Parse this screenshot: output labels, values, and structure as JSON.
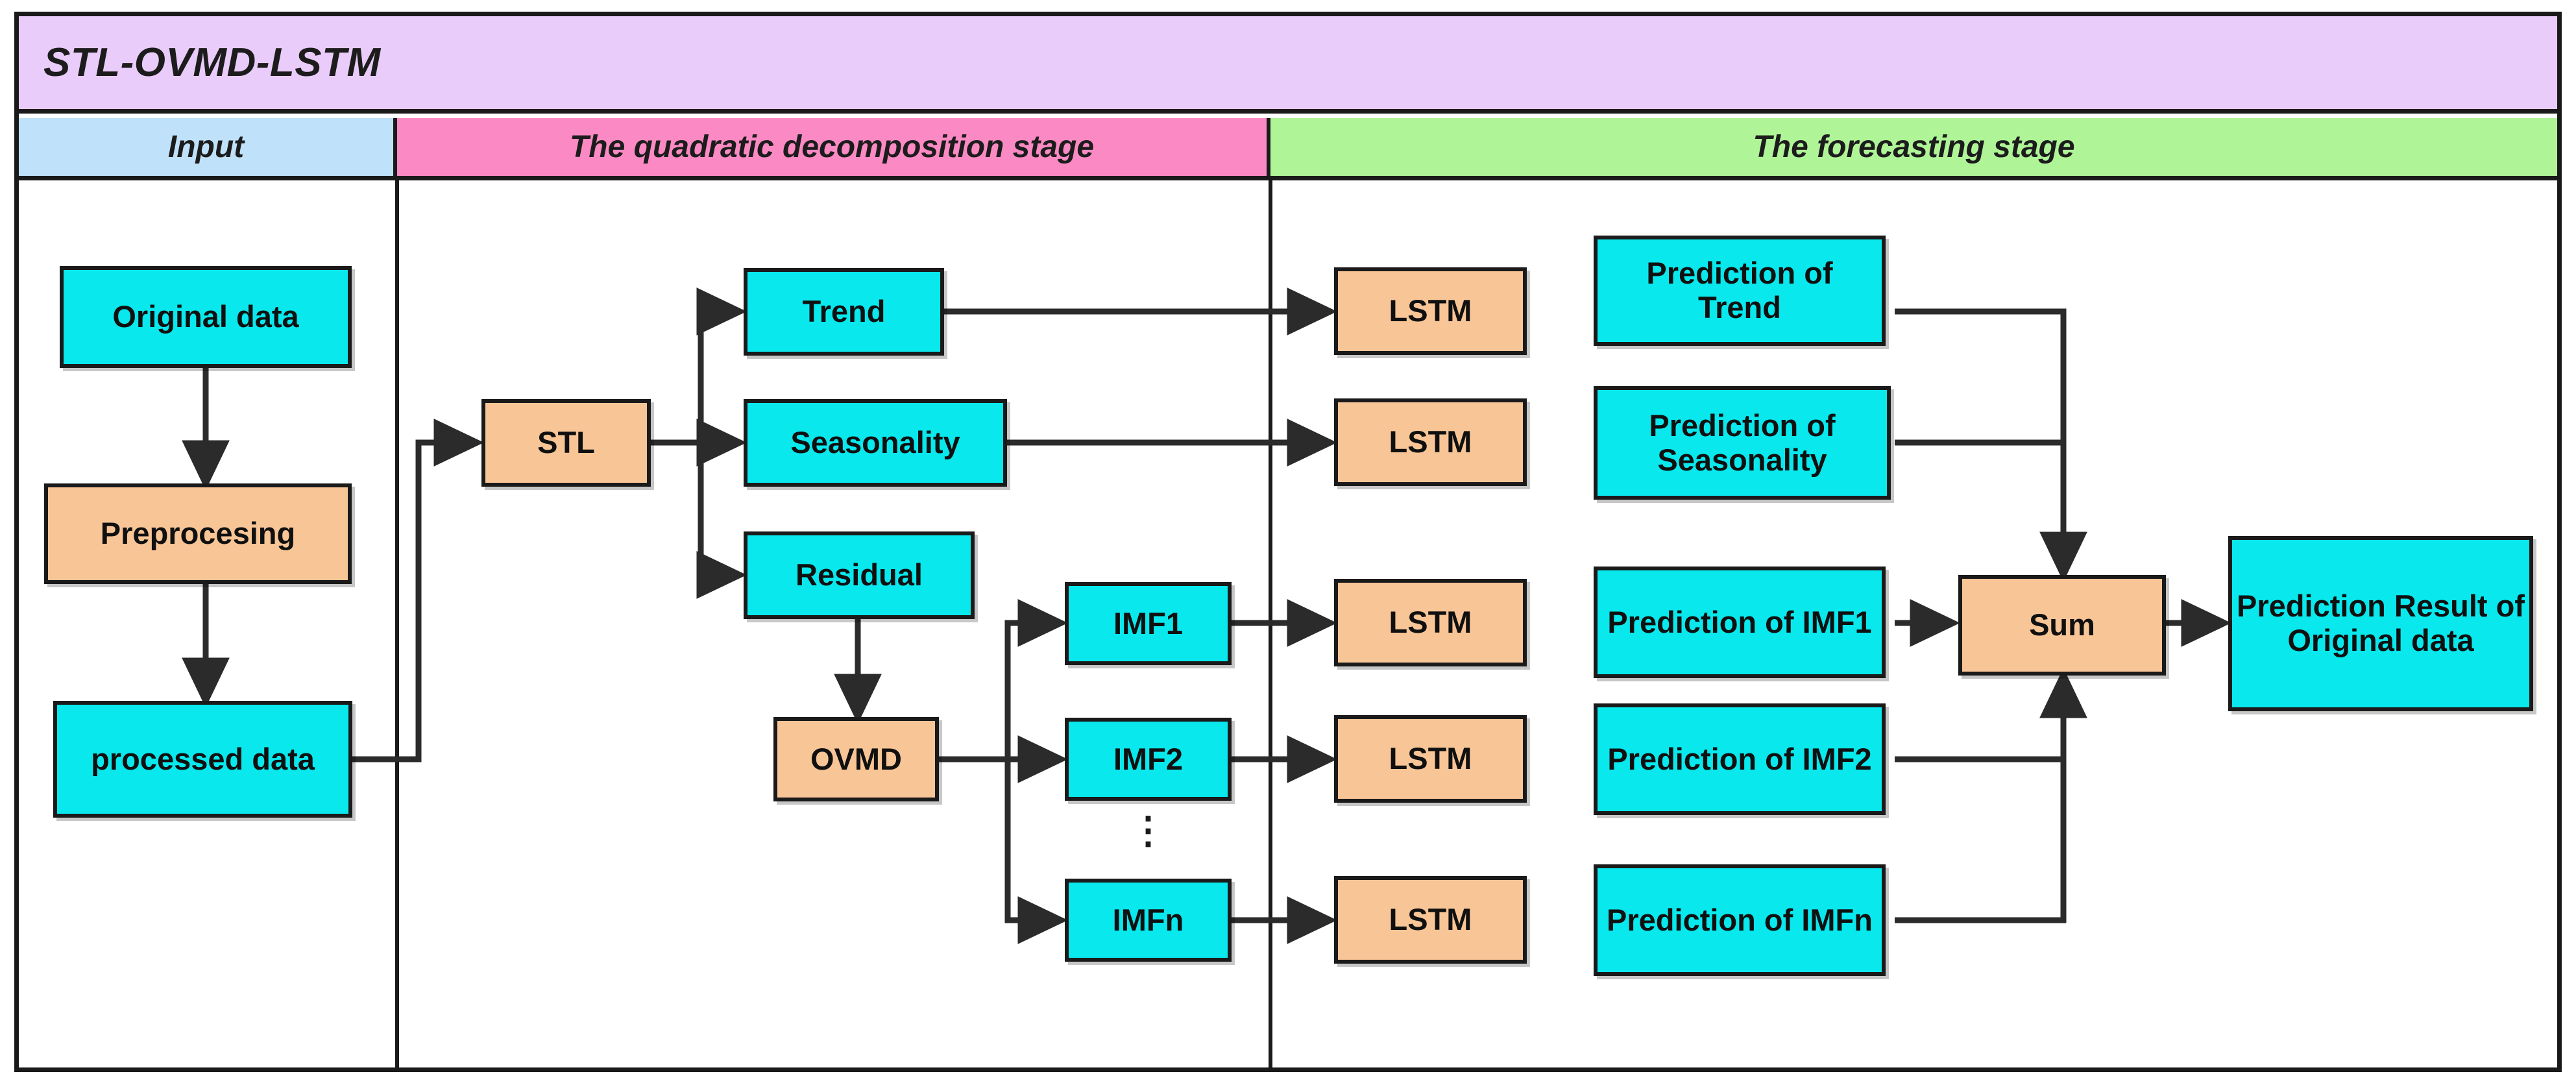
{
  "title": "STL-OVMD-LSTM",
  "stages": [
    {
      "key": "input",
      "label": "Input"
    },
    {
      "key": "decomp",
      "label": "The quadratic decomposition stage"
    },
    {
      "key": "forecast",
      "label": "The forecasting stage"
    }
  ],
  "colors": {
    "title_band": "#EACCFA",
    "input_band": "#BFE1FA",
    "decomposition_band": "#FB8AC4",
    "forecasting_band": "#AFF598",
    "data_node": "#08E8ED",
    "process_node": "#F8C596",
    "stroke": "#1a1a1a",
    "page": "#FFFFFF"
  },
  "nodes": {
    "original_data": "Original data",
    "preprocessing": "Preprocesing",
    "processed_data": "processed data",
    "stl": "STL",
    "trend": "Trend",
    "seasonality": "Seasonality",
    "residual": "Residual",
    "ovmd": "OVMD",
    "imf1": "IMF1",
    "imf2": "IMF2",
    "imfn": "IMFn",
    "lstm_trend": "LSTM",
    "lstm_seasonality": "LSTM",
    "lstm_imf1": "LSTM",
    "lstm_imf2": "LSTM",
    "lstm_imfn": "LSTM",
    "pred_trend": "Prediction of Trend",
    "pred_seasonality": "Prediction of Seasonality",
    "pred_imf1": "Prediction of IMF1",
    "pred_imf2": "Prediction of IMF2",
    "pred_imfn": "Prediction of IMFn",
    "sum": "Sum",
    "final_result": "Prediction Result of Original data",
    "imf_ellipsis": "⋮"
  }
}
